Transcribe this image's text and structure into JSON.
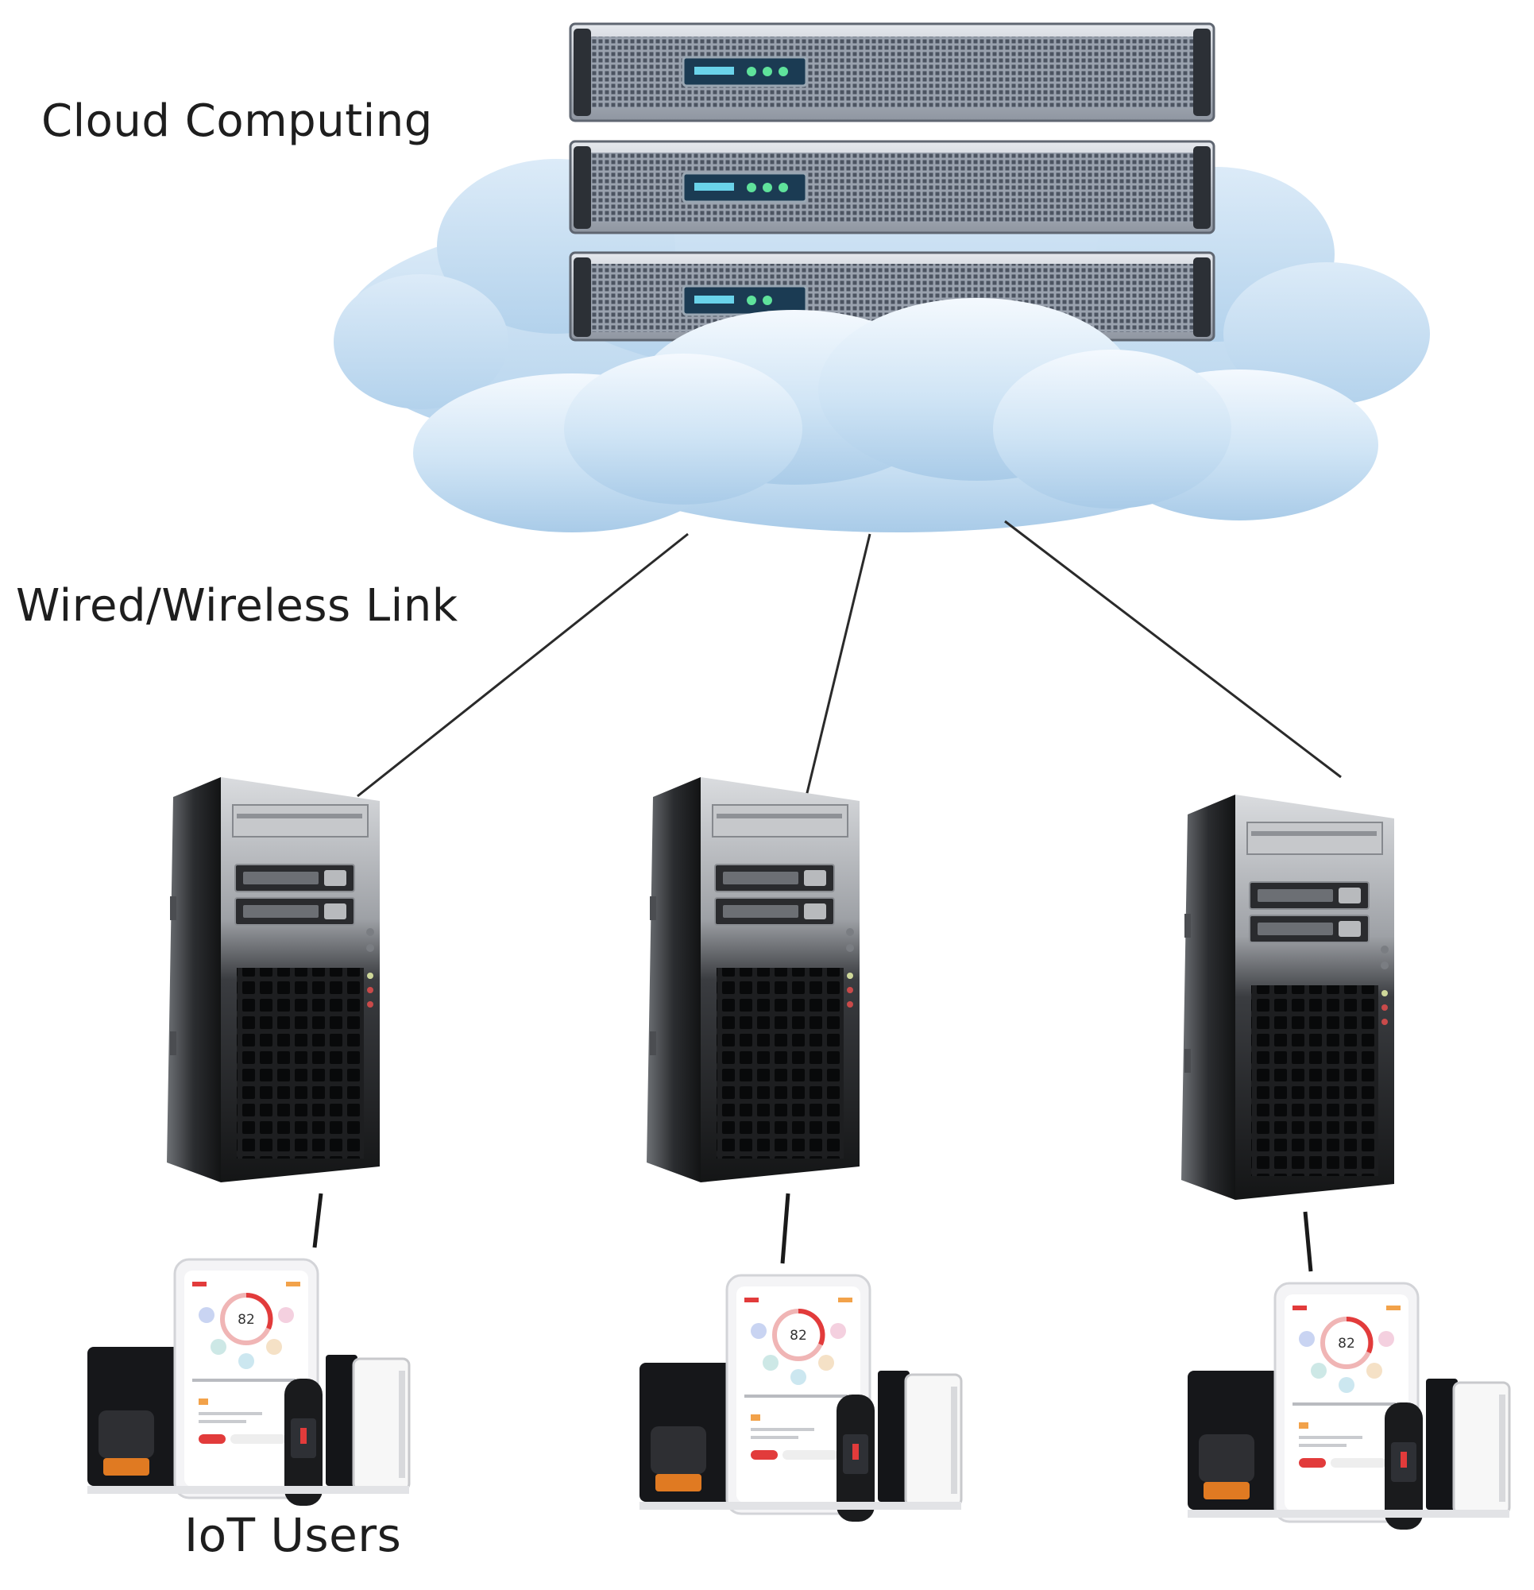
{
  "labels": {
    "cloud": "Cloud Computing",
    "link": "Wired/Wireless Link",
    "users": "IoT Users"
  },
  "phone_screen": {
    "score": "82"
  },
  "colors": {
    "line": "#2a2a2a",
    "cloud_light": "#eaf4fc",
    "cloud_mid": "#c4def3",
    "cloud_dark": "#a6c8e6",
    "rack_metal": "#c9ced6",
    "rack_grid": "#5b6370",
    "display": "#1b3b53",
    "display_text": "#7fe3f5",
    "tower_body": "#1a1a1a",
    "tower_silver": "#b8babd",
    "accent_red": "#e23b3b"
  },
  "icons": [
    "cloud-icon",
    "server-rack-icon",
    "tower-server-icon",
    "iot-device-bundle-icon"
  ]
}
